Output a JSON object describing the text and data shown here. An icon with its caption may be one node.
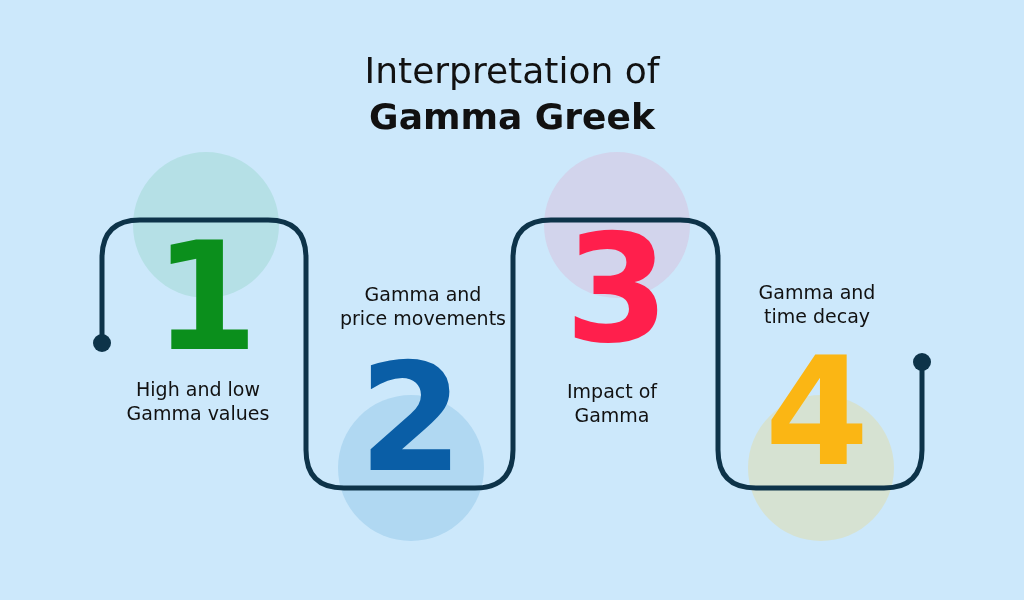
{
  "diagram": {
    "title": "Interpretation of **Gamma Greek**",
    "nodes": [
      {
        "text": [
          "1"
        ]
      },
      {
        "text": [
          "2"
        ]
      },
      {
        "text": [
          "3"
        ]
      },
      {
        "text": [
          "4"
        ]
      }
    ],
    "edges": [],
    "labels": [
      "High and low Gamma values",
      "Gamma and price movements",
      "Impact of Gamma",
      "Gamma and time decay"
    ]
  }
}
